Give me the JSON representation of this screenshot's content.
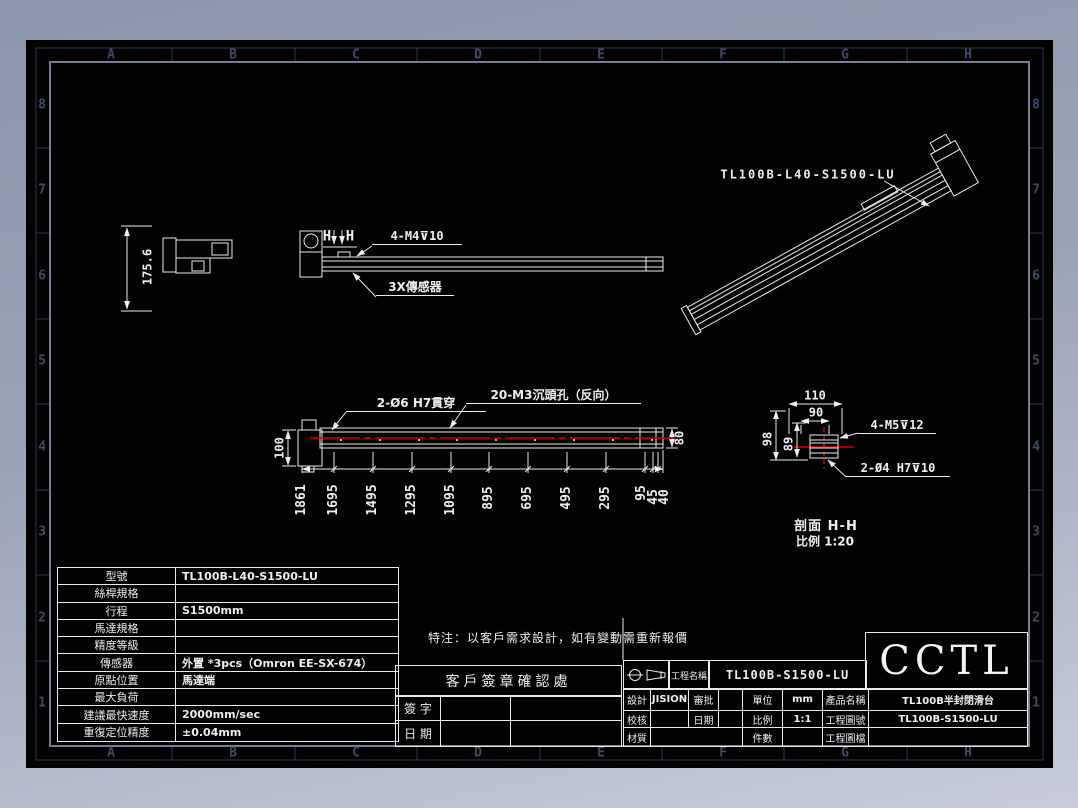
{
  "frame": {
    "columns": [
      "A",
      "B",
      "C",
      "D",
      "E",
      "F",
      "G",
      "H"
    ],
    "rows": [
      "8",
      "7",
      "6",
      "5",
      "4",
      "3",
      "2",
      "1"
    ]
  },
  "iso": {
    "label": "TL100B-L40-S1500-LU"
  },
  "motor_view": {
    "dim_height": "175.6"
  },
  "side_view": {
    "section_left": "H",
    "section_right": "H",
    "holes_label": "4-M4⊽10",
    "sensor_label": "3X傳感器"
  },
  "plan": {
    "holes_front": "2-Ø6 H7貫穿",
    "holes_back": "20-M3沉頭孔（反向）",
    "dim_left": "100",
    "dim_right": "80",
    "chain": [
      "1861",
      "1695",
      "1495",
      "1295",
      "1095",
      "895",
      "695",
      "495",
      "295",
      "95",
      "45",
      "40"
    ]
  },
  "section": {
    "dim_width": "110",
    "dim_inner_width": "90",
    "dim_height": "98",
    "dim_inner_height": "89",
    "holes_label": "4-M5⊽12",
    "pin_label": "2-Ø4 H7⊽10",
    "caption_title": "剖面 H-H",
    "caption_scale": "比例 1:20"
  },
  "spec": {
    "rows": [
      {
        "label": "型號",
        "value": "TL100B-L40-S1500-LU"
      },
      {
        "label": "絲桿規格",
        "value": ""
      },
      {
        "label": "行程",
        "value": "S1500mm"
      },
      {
        "label": "馬達規格",
        "value": ""
      },
      {
        "label": "精度等級",
        "value": ""
      },
      {
        "label": "傳感器",
        "value": "外置 *3pcs（Omron EE-SX-674）"
      },
      {
        "label": "原點位置",
        "value": "馬達端"
      },
      {
        "label": "最大負荷",
        "value": ""
      },
      {
        "label": "建議最快速度",
        "value": "2000mm/sec"
      },
      {
        "label": "重復定位精度",
        "value": "±0.04mm"
      }
    ]
  },
  "note": "特注：以客戶需求設計，如有變動需重新報價",
  "sign": {
    "title": "客戶簽章確認處",
    "row1_label": "簽 字",
    "row2_label": "日 期"
  },
  "title_block": {
    "project_label": "工程名稱",
    "project_value": "TL100B-S1500-LU",
    "logo": "CCTL",
    "design_label": "設計",
    "design_value": "JISION",
    "approve_label": "審批",
    "unit_label": "單位",
    "unit_value": "mm",
    "product_label": "產品名稱",
    "product_value": "TL100B半封閉滑台",
    "check_label": "校核",
    "date_label": "日期",
    "scale_label": "比例",
    "scale_value": "1:1",
    "drawing_no_label": "工程圖號",
    "drawing_no_value": "TL100B-S1500-LU",
    "material_label": "材質",
    "qty_label": "件數",
    "file_label": "工程圖檔"
  },
  "colors": {
    "surround_top": "#8a96aa",
    "surround_bottom": "#c7ccd8",
    "sheet": "#020203",
    "line": "#eceef2",
    "centerline": "#d40000",
    "frame_band": "#2e3850"
  }
}
